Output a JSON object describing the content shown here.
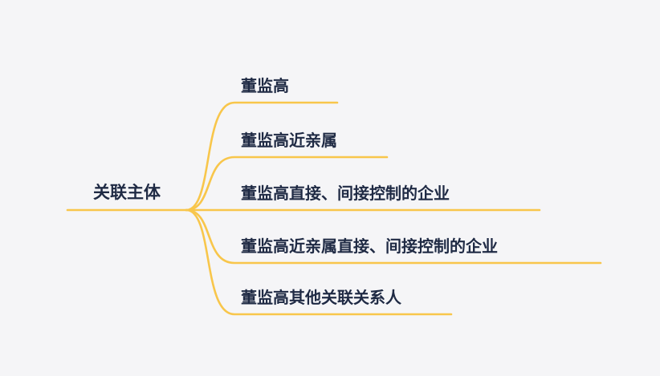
{
  "canvas": {
    "background": "#f5f5f7",
    "branch_color": "#f8c64b",
    "text_color": "#1f2a44"
  },
  "mindmap": {
    "root": {
      "label": "关联主体"
    },
    "children": [
      {
        "label": "董监高"
      },
      {
        "label": "董监高近亲属"
      },
      {
        "label": "董监高直接、间接控制的企业"
      },
      {
        "label": "董监高近亲属直接、间接控制的企业"
      },
      {
        "label": "董监高其他关联关系人"
      }
    ]
  }
}
